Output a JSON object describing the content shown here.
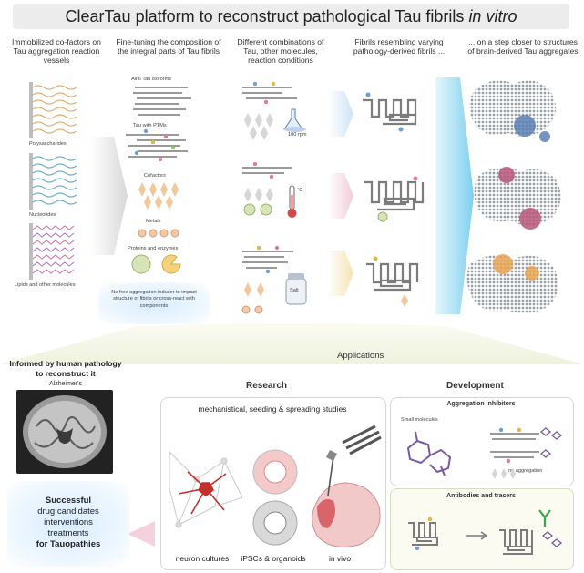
{
  "title": {
    "main": "ClearTau platform to reconstruct pathological Tau fibrils",
    "italic": "in vitro"
  },
  "columns": {
    "c1": "Immobilized co-factors on Tau aggregation reaction vessels",
    "c2": "Fine-tuning the composition of the integral parts of Tau fibrils",
    "c3": "Different combinations of Tau, other molecules, reaction conditions",
    "c4": "Fibrils resembling varying pathology-derived fibrils ...",
    "c5": "... on a step closer to structures of brain-derived Tau aggregates"
  },
  "col1_labels": {
    "polysaccharides": "Polysaccharides",
    "nucleotides": "Nucleotides",
    "lipids": "Lipids and other molecules"
  },
  "col2_labels": {
    "isoforms": "All 6 Tau isoforms",
    "ptms": "Tau with PTMs",
    "cofactors": "Cofactors",
    "metals": "Metals",
    "proteins": "Proteins and enzymes"
  },
  "col2_note": "No free aggregation inducer to impact structure of fibrils or cross-react with components",
  "col3_labels": {
    "rpm": "100 rpm",
    "temp": "°C",
    "salt": "Salt"
  },
  "applications": "Applications",
  "informed": {
    "heading": "Informed by human pathology to reconstruct it",
    "caption": "Alzheimer's"
  },
  "research": {
    "heading": "Research",
    "subtitle": "mechanistical, seeding & spreading studies",
    "neuron": "neuron cultures",
    "ipsc": "iPSCs & organoids",
    "vivo": "in vivo"
  },
  "development": {
    "heading": "Development",
    "inhibitors": "Aggregation inhibitors",
    "small_molecules": "Small molecules",
    "no_aggregation": "no aggregation",
    "antibodies": "Antibodies and tracers"
  },
  "success": {
    "line1": "Successful",
    "line2": "drug candidates",
    "line3": "interventions",
    "line4": "treatments",
    "line5": "for Tauopathies"
  },
  "colors": {
    "blue": "#5b80b5",
    "pink": "#b65778",
    "orange": "#e6a552",
    "green": "#8cab4a",
    "purple": "#7a5aa0",
    "grey": "#8c8c8c"
  }
}
